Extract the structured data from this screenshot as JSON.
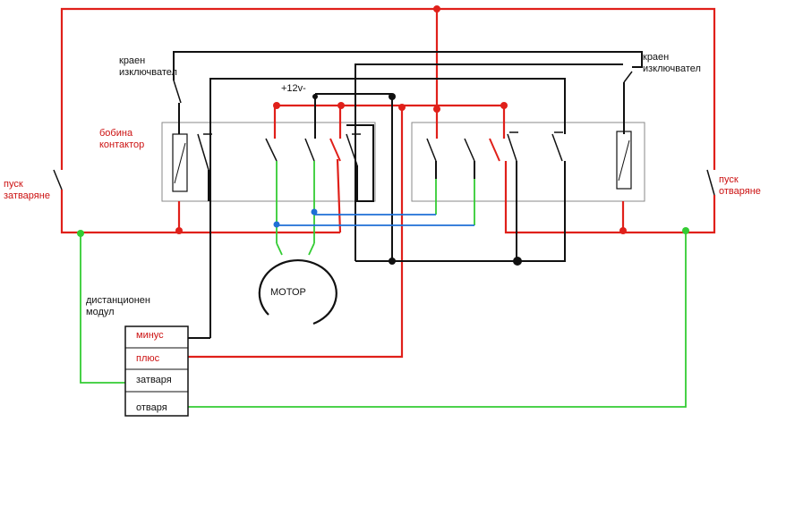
{
  "labels": {
    "left_limit_switch": [
      "краен",
      "изключвател"
    ],
    "right_limit_switch": [
      "краен",
      "изключвател"
    ],
    "coil_contactor": [
      "бобина",
      "контактор"
    ],
    "start_close": [
      "пуск",
      "затваряне"
    ],
    "start_open": [
      "пуск",
      "отваряне"
    ],
    "supply": "+12v-",
    "motor": "МОТОР",
    "remote_module": [
      "дистанционен",
      "модул"
    ]
  },
  "module": {
    "rows": [
      "минус",
      "плюс",
      "затваря",
      "отваря"
    ]
  },
  "colors": {
    "power_red": "#e0201a",
    "wire_black": "#111111",
    "wire_green": "#33cc33",
    "wire_blue": "#1e6fd6",
    "box_gray": "#888888"
  }
}
